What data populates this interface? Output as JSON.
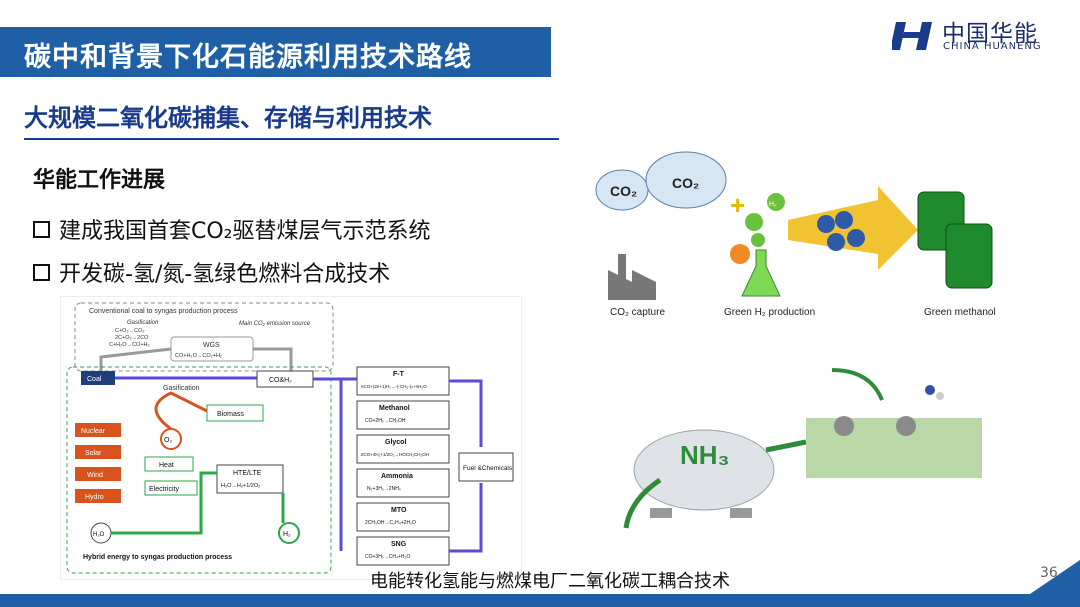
{
  "slide": {
    "title": "碳中和背景下化石能源利用技术路线",
    "logo_cn": "中国华能",
    "logo_en": "CHINA HUANENG",
    "subtitle": "大规模二氧化碳捕集、存储与利用技术",
    "progress_heading": "华能工作进展",
    "bullets": [
      "建成我国首套CO₂驱替煤层气示范系统",
      "开发碳-氢/氮-氢绿色燃料合成技术"
    ],
    "caption": "电能转化氢能与燃煤电厂二氧化碳工耦合技术",
    "page_number": "36"
  },
  "diagram": {
    "top_title": "Conventional coal to syngas production process",
    "gasification_label": "Gasification",
    "gas_reactions": [
      "C+O₂→CO₂",
      "2C+O₂→2CO",
      "C+H₂O→CO+H₂"
    ],
    "main_emission": "Main CO₂ emission source",
    "wgs": "WGS",
    "wgs_reaction": "CO+H₂O→CO₂+H₂",
    "coal": "Coal",
    "gasification2": "Gasification",
    "syngas": "CO&H₂",
    "biomass": "Biomass",
    "o2": "O₂",
    "h2": "H₂",
    "h2o": "H₂O",
    "renewables": [
      "Nuclear",
      "Solar",
      "Wind",
      "Hydro"
    ],
    "heat": "Heat",
    "electricity": "Electricity",
    "hte": "HTE/LTE",
    "hte_reaction": "H₂O→H₂+1/2O₂",
    "bottom_title": "Hybrid energy to syngas production process",
    "products": [
      {
        "name": "F-T",
        "eq": "nCO+(2n+1)H₂→-(-CH₂-)ₙ+nH₂O"
      },
      {
        "name": "Methanol",
        "eq": "CO+2H₂→CH₃OH"
      },
      {
        "name": "Glycol",
        "eq": "2CO+4H₂+1/2O₂→HOCH₂CH₂OH"
      },
      {
        "name": "Ammonia",
        "eq": "N₂+3H₂→2NH₃"
      },
      {
        "name": "MTO",
        "eq": "2CH₃OH→C₂H₄+2H₂O"
      },
      {
        "name": "SNG",
        "eq": "CO+3H₂→CH₄+H₂O"
      }
    ],
    "fuel": "Fuel &Chemicals"
  },
  "fig_co2": {
    "cloud1": "CO₂",
    "cloud2": "CO₂",
    "h2": "H₂",
    "label1": "CO₂ capture",
    "label2": "Green H₂ production",
    "label3": "Green methanol"
  },
  "fig_nh3": {
    "tank_label": "NH₃"
  },
  "colors": {
    "brand_blue": "#1f5fa6",
    "renewable_red": "#d9531e",
    "flow_purple": "#5b4bd6",
    "flow_green": "#2aa84a"
  }
}
